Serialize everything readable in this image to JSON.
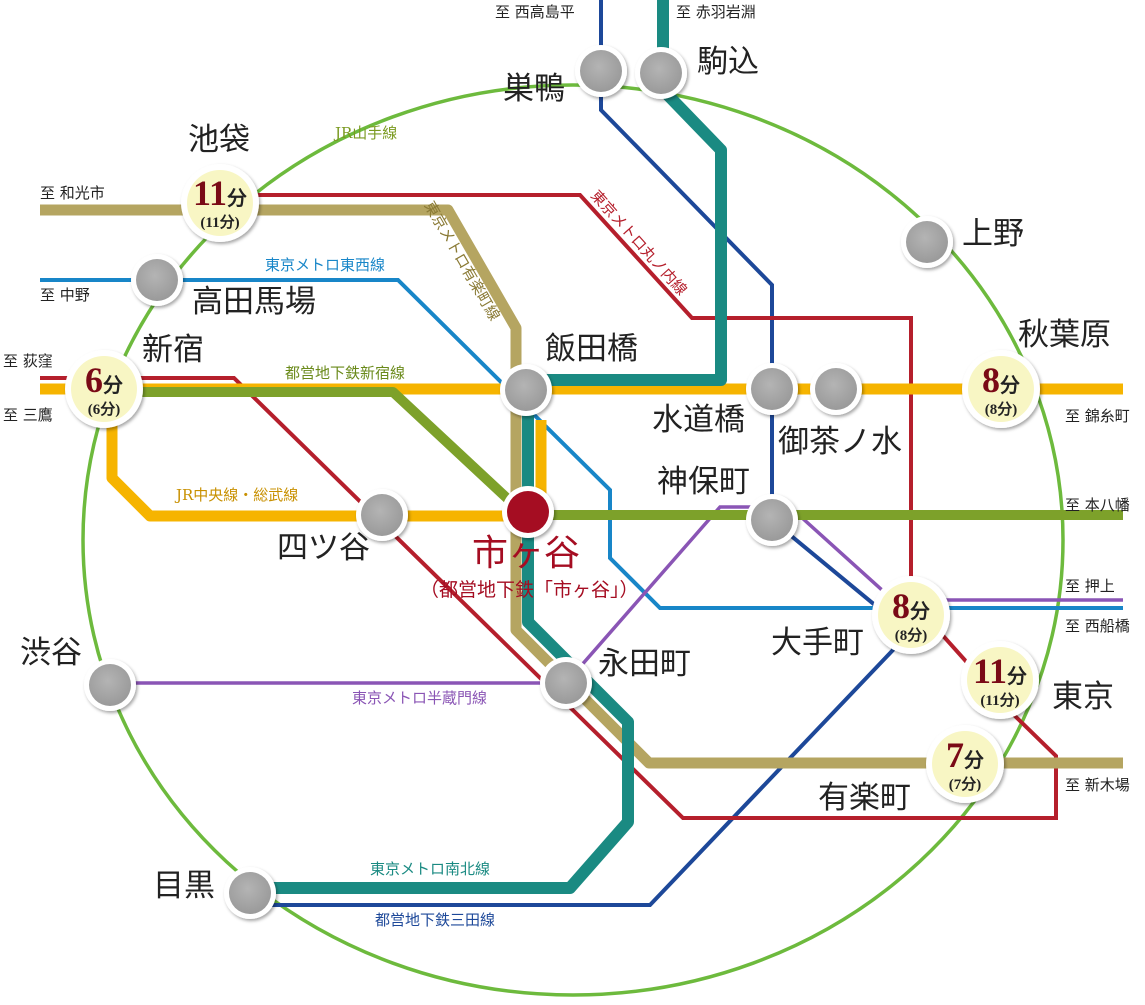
{
  "colors": {
    "yamanote": "#6dba3d",
    "chuo": "#f6b400",
    "yurakucho": "#b5a561",
    "marunouchi": "#b51f2c",
    "tozai": "#1886c8",
    "namboku": "#1a8a82",
    "shinjuku_line": "#7da12a",
    "mita": "#1d4899",
    "hanzomon": "#8a55b5",
    "ichigaya": "#a50d22",
    "bubble": "#f8f6c4",
    "station": "#a0a0a0"
  },
  "lines": {
    "yamanote": "JR山手線",
    "chuo": "JR中央線・総武線",
    "yurakucho": "東京メトロ有楽町線",
    "marunouchi": "東京メトロ丸ノ内線",
    "tozai": "東京メトロ東西線",
    "shinjuku_line": "都営地下鉄新宿線",
    "hanzomon": "東京メトロ半蔵門線",
    "namboku": "東京メトロ南北線",
    "mita": "都営地下鉄三田線"
  },
  "directions": {
    "nishitakashimadaira": "至 西高島平",
    "akabaneiwabuchi": "至 赤羽岩淵",
    "wakoshi": "至 和光市",
    "nakano": "至 中野",
    "ogikubo": "至 荻窪",
    "mitaka": "至 三鷹",
    "kinshicho": "至 錦糸町",
    "motoyawata": "至 本八幡",
    "oshiage": "至 押上",
    "nishifunabashi": "至 西船橋",
    "shinkiba": "至 新木場"
  },
  "stations": {
    "sugamo": "巣鴨",
    "komagome": "駒込",
    "ikebukuro": "池袋",
    "ueno": "上野",
    "takadanobaba": "高田馬場",
    "shinjuku": "新宿",
    "iidabashi": "飯田橋",
    "akihabara": "秋葉原",
    "suidobashi": "水道橋",
    "ochanomizu": "御茶ノ水",
    "jimbocho": "神保町",
    "yotsuya": "四ツ谷",
    "ichigaya": "市ヶ谷",
    "ichigaya_sub": "（都営地下鉄「市ヶ谷」）",
    "shibuya": "渋谷",
    "nagatacho": "永田町",
    "otemachi": "大手町",
    "tokyo": "東京",
    "yurakucho": "有楽町",
    "meguro": "目黒"
  },
  "times": {
    "ikebukuro": {
      "main": "11",
      "unit": "分",
      "sub": "(11分)"
    },
    "shinjuku": {
      "main": "6",
      "unit": "分",
      "sub": "(6分)"
    },
    "akihabara": {
      "main": "8",
      "unit": "分",
      "sub": "(8分)"
    },
    "otemachi": {
      "main": "8",
      "unit": "分",
      "sub": "(8分)"
    },
    "tokyo": {
      "main": "11",
      "unit": "分",
      "sub": "(11分)"
    },
    "yurakucho": {
      "main": "7",
      "unit": "分",
      "sub": "(7分)"
    }
  }
}
